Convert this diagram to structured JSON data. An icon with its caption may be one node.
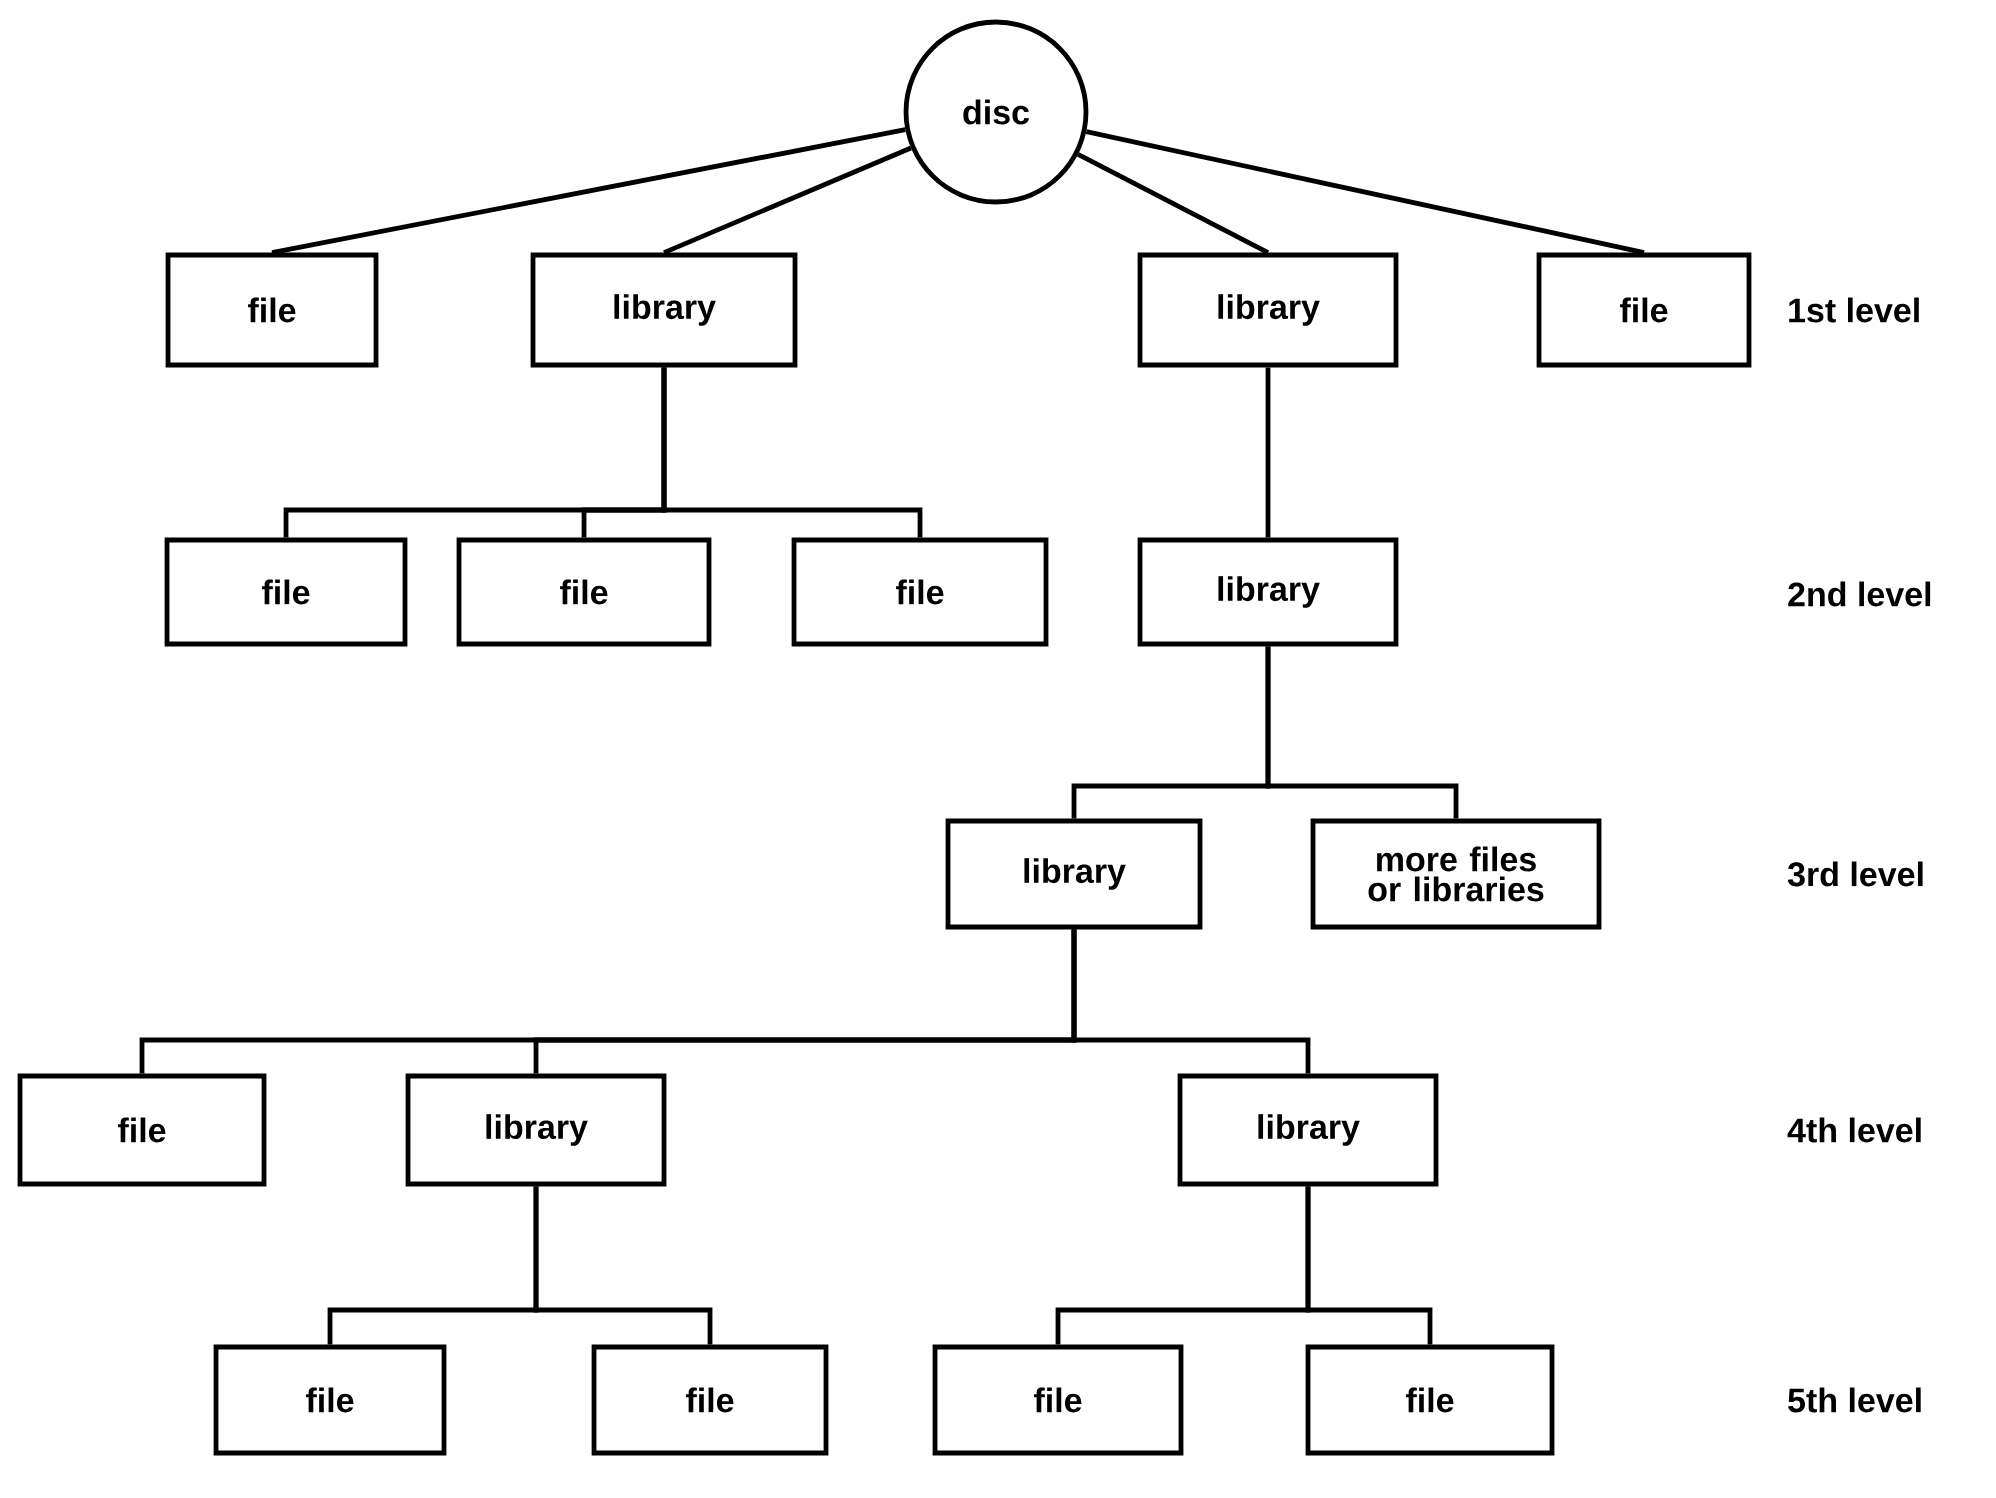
{
  "diagram": {
    "nodes": [
      {
        "text": [
          "disc"
        ]
      },
      {
        "text": [
          "file"
        ]
      },
      {
        "text": [
          "library"
        ]
      },
      {
        "text": [
          "library"
        ]
      },
      {
        "text": [
          "file"
        ]
      },
      {
        "text": [
          "file"
        ]
      },
      {
        "text": [
          "file"
        ]
      },
      {
        "text": [
          "file"
        ]
      },
      {
        "text": [
          "library"
        ]
      },
      {
        "text": [
          "library"
        ]
      },
      {
        "text": [
          "more files or libraries"
        ]
      },
      {
        "text": [
          "file"
        ]
      },
      {
        "text": [
          "library"
        ]
      },
      {
        "text": [
          "library"
        ]
      },
      {
        "text": [
          "file"
        ]
      },
      {
        "text": [
          "file"
        ]
      },
      {
        "text": [
          "file"
        ]
      },
      {
        "text": [
          "file"
        ]
      }
    ],
    "edges": [
      {
        "from": 0,
        "to": 1,
        "arrow": "none"
      },
      {
        "from": 0,
        "to": 2,
        "arrow": "none"
      },
      {
        "from": 0,
        "to": 3,
        "arrow": "none"
      },
      {
        "from": 0,
        "to": 4,
        "arrow": "none"
      },
      {
        "from": 2,
        "to": 5,
        "arrow": "none"
      },
      {
        "from": 2,
        "to": 6,
        "arrow": "none"
      },
      {
        "from": 2,
        "to": 7,
        "arrow": "none"
      },
      {
        "from": 3,
        "to": 8,
        "arrow": "none"
      },
      {
        "from": 8,
        "to": 9,
        "arrow": "none"
      },
      {
        "from": 8,
        "to": 10,
        "arrow": "none"
      },
      {
        "from": 9,
        "to": 11,
        "arrow": "none"
      },
      {
        "from": 9,
        "to": 12,
        "arrow": "none"
      },
      {
        "from": 9,
        "to": 13,
        "arrow": "none"
      },
      {
        "from": 12,
        "to": 14,
        "arrow": "none"
      },
      {
        "from": 12,
        "to": 15,
        "arrow": "none"
      },
      {
        "from": 13,
        "to": 16,
        "arrow": "none"
      },
      {
        "from": 13,
        "to": 17,
        "arrow": "none"
      }
    ],
    "labels": [
      "1st level",
      "2nd level",
      "3rd level",
      "4th level",
      "5th level"
    ]
  }
}
